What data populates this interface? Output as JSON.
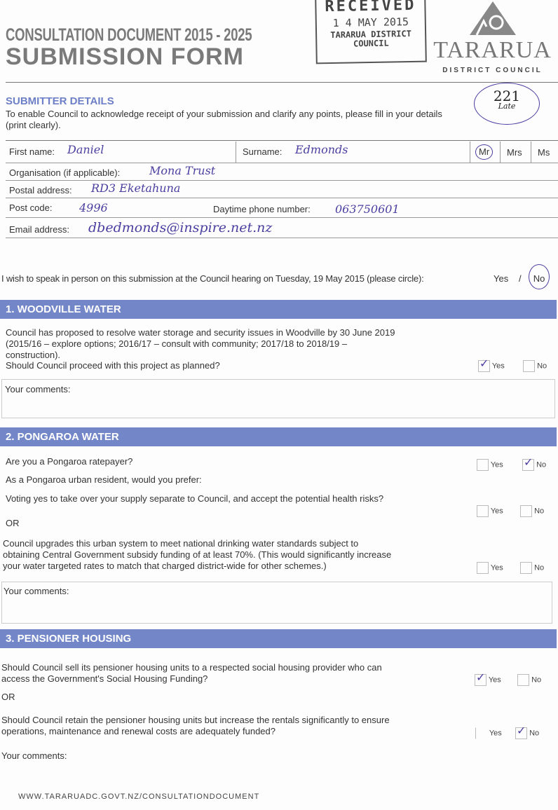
{
  "header": {
    "title_line1": "CONSULTATION DOCUMENT 2015 - 2025",
    "title_line2": "SUBMISSION FORM"
  },
  "stamp": {
    "label": "RECEIVED",
    "date": "1 4 MAY 2015",
    "org": "TARARUA DISTRICT COUNCIL"
  },
  "logo": {
    "name": "TARARUA",
    "subtitle": "DISTRICT COUNCIL"
  },
  "annotation": {
    "number": "221",
    "note": "Late"
  },
  "submitter": {
    "heading": "SUBMITTER DETAILS",
    "intro": "To enable Council to acknowledge receipt of your submission and clarify any points, please fill in your details (print clearly).",
    "first_name_label": "First name:",
    "first_name": "Daniel",
    "surname_label": "Surname:",
    "surname": "Edmonds",
    "titles": [
      "Mr",
      "Mrs",
      "Ms"
    ],
    "selected_title": "Mr",
    "org_label": "Organisation (if applicable):",
    "org": "Mona Trust",
    "postal_label": "Postal address:",
    "postal": "RD3  Eketahuna",
    "postcode_label": "Post code:",
    "postcode": "4996",
    "phone_label": "Daytime phone number:",
    "phone": "063750601",
    "email_label": "Email address:",
    "email": "dbedmonds@inspire.net.nz",
    "speak_text": "I wish to speak in person on this submission at the Council hearing on Tuesday, 19 May 2015 (please circle):",
    "speak_yes": "Yes",
    "speak_sep": "/",
    "speak_no": "No",
    "speak_selected": "No"
  },
  "labels": {
    "yes": "Yes",
    "no": "No",
    "or": "OR",
    "comments": "Your comments:"
  },
  "sections": [
    {
      "title": "1. WOODVILLE WATER",
      "q1": "Council has proposed to resolve water storage  and security issues in Woodville by 30 June 2019 (2015/16 – explore options; 2016/17 – consult with community; 2017/18 to 2018/19 – construction).",
      "q1b": "Should Council proceed with this project as planned?",
      "q1_answer": "Yes"
    },
    {
      "title": "2. PONGAROA WATER",
      "q1": "Are you a Pongaroa ratepayer?",
      "q1_answer": "No",
      "q2": "As a Pongaroa urban resident, would you prefer:",
      "q3": "Voting yes to take over your supply separate to Council, and accept the potential health risks?",
      "q4": "Council upgrades this urban system to meet national drinking water standards subject to obtaining Central Government subsidy funding of at least 70%. (This would significantly increase your water targeted rates to match that charged district-wide for other schemes.)"
    },
    {
      "title": "3. PENSIONER HOUSING",
      "q1": "Should Council sell its pensioner housing units to a respected social housing provider who can access the Government's Social Housing Funding?",
      "q1_answer": "Yes",
      "q2": "Should Council retain the pensioner housing units but increase the rentals significantly to ensure operations, maintenance and renewal costs are adequately funded?",
      "q2_answer": "No"
    }
  ],
  "footer": {
    "url": "WWW.TARARUADC.GOVT.NZ/CONSULTATIONDOCUMENT"
  },
  "colors": {
    "accent": "#7286c8",
    "ink": "#4a3fa0"
  }
}
